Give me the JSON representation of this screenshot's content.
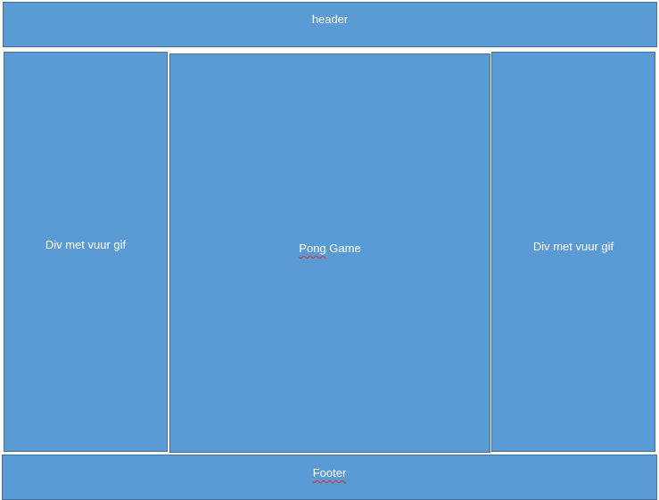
{
  "diagram": {
    "header": {
      "label": "header"
    },
    "left_div": {
      "label": "Div met vuur gif"
    },
    "center_div": {
      "label_word1": "Pong",
      "label_word2": "Game"
    },
    "right_div": {
      "label": "Div met vuur gif"
    },
    "footer": {
      "label": "Footer"
    }
  },
  "colors": {
    "box_fill": "#5b9bd5",
    "box_border": "#41719c",
    "text": "#ffffff",
    "spellcheck_underline": "#e03030"
  }
}
